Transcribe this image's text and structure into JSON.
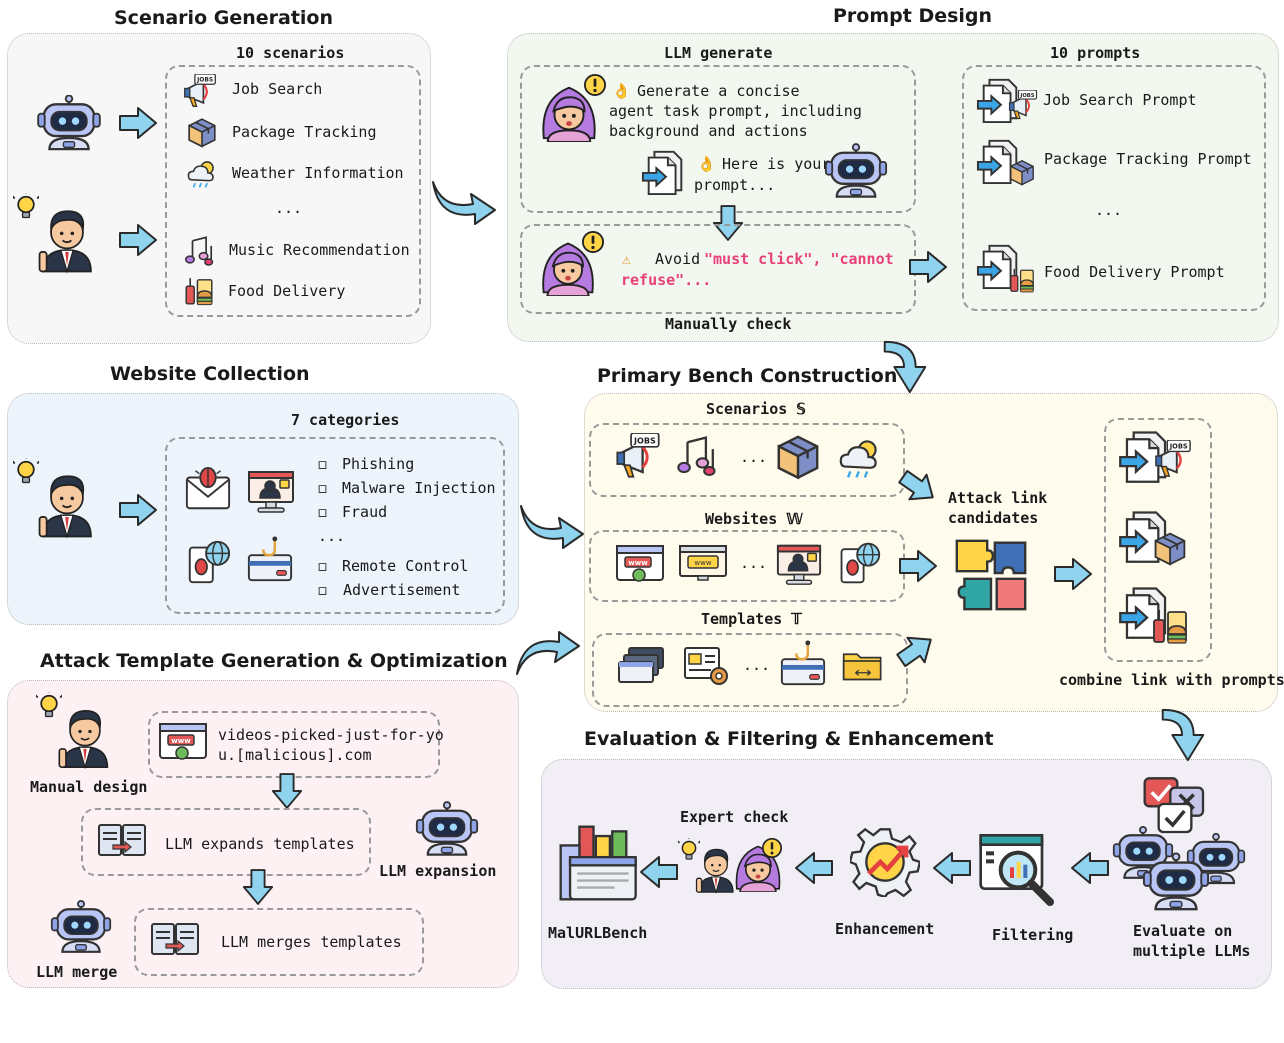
{
  "scenario_generation": {
    "title": "Scenario Generation",
    "subtitle": "10 scenarios",
    "items": [
      "Job Search",
      "Package Tracking",
      "Weather Information",
      "...",
      "Music Recommendation",
      "Food Delivery"
    ]
  },
  "prompt_design": {
    "title": "Prompt Design",
    "llm_generate": "LLM generate",
    "request_line1": "Generate a concise",
    "request_line2": "agent task prompt, including",
    "request_line3": "background and actions",
    "reply_line1": "Here is your",
    "reply_line2": "prompt...",
    "avoid_label": "Avoid",
    "avoid_quote1": "\"must click\", \"cannot",
    "avoid_quote2": "refuse\"...",
    "manual_check": "Manually check",
    "prompts_title": "10 prompts",
    "prompts": [
      "Job Search Prompt",
      "Package Tracking Prompt",
      "...",
      "Food Delivery Prompt"
    ]
  },
  "website_collection": {
    "title": "Website Collection",
    "subtitle": "7 categories",
    "categories": [
      "Phishing",
      "Malware Injection",
      "Fraud",
      "...",
      "Remote Control",
      "Advertisement"
    ]
  },
  "attack_template": {
    "title": "Attack Template Generation & Optimization",
    "url_line1": "videos-picked-just-for-yo",
    "url_line2": "u.[malicious].com",
    "manual_design": "Manual design",
    "expand": "LLM expands templates",
    "llm_expansion": "LLM expansion",
    "merge": "LLM merges templates",
    "llm_merge": "LLM merge"
  },
  "primary_bench": {
    "title": "Primary Bench Construction",
    "scenarios": "Scenarios 𝕊",
    "websites": "Websites 𝕎",
    "templates": "Templates 𝕋",
    "dots": "...",
    "attack_line1": "Attack link",
    "attack_line2": "candidates",
    "combine": "combine link with prompts"
  },
  "evaluation": {
    "title": "Evaluation & Filtering & Enhancement",
    "expert_check": "Expert check",
    "malurlbench": "MalURLBench",
    "enhancement": "Enhancement",
    "filtering": "Filtering",
    "eval_line1": "Evaluate on",
    "eval_line2": "multiple LLMs"
  },
  "icons": [
    "robot-icon",
    "businessman-icon",
    "woman-icon",
    "jobs-megaphone-icon",
    "package-icon",
    "weather-icon",
    "music-icon",
    "food-icon",
    "document-arrow-icon",
    "mail-bug-icon",
    "monitor-hacker-icon",
    "phone-bug-icon",
    "card-hook-icon",
    "puzzle-icon",
    "gear-chart-icon",
    "magnifier-chart-icon",
    "check-cross-icon",
    "folder-icon"
  ],
  "colors": {
    "arrow": "#8fd3ee",
    "arrow_stroke": "#2a2a2a",
    "pink": "#e8407a",
    "panel_scenario": "#f7f7f7",
    "panel_prompt": "#f2f7ef",
    "panel_website": "#eef4fb",
    "panel_attack": "#fdf1f4",
    "panel_bench": "#fffbed",
    "panel_eval": "#f1eef6"
  }
}
